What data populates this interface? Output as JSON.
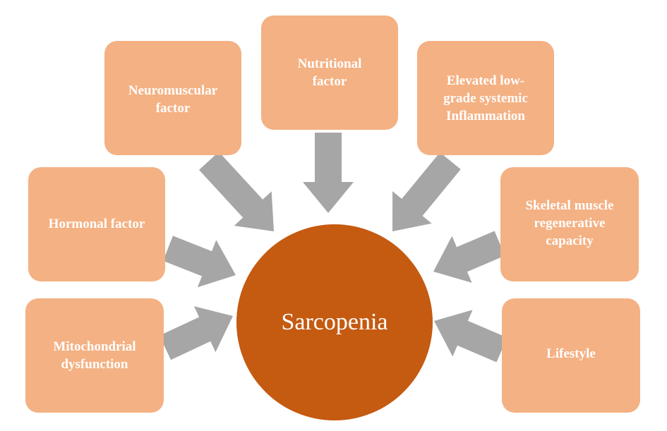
{
  "diagram": {
    "center_label": "Sarcopenia",
    "factors": {
      "neuromuscular": "Neuromuscular\nfactor",
      "nutritional": "Nutritional\nfactor",
      "inflammation": "Elevated low-\ngrade systemic\nInflammation",
      "hormonal": "Hormonal factor",
      "skeletal": "Skeletal muscle\nregenerative\ncapacity",
      "mitochondrial": "Mitochondrial\ndysfunction",
      "lifestyle": "Lifestyle"
    }
  },
  "colors": {
    "box_fill": "#f4b183",
    "center_fill": "#c55a11",
    "arrow_fill": "#a6a6a6",
    "text": "#ffffff"
  }
}
